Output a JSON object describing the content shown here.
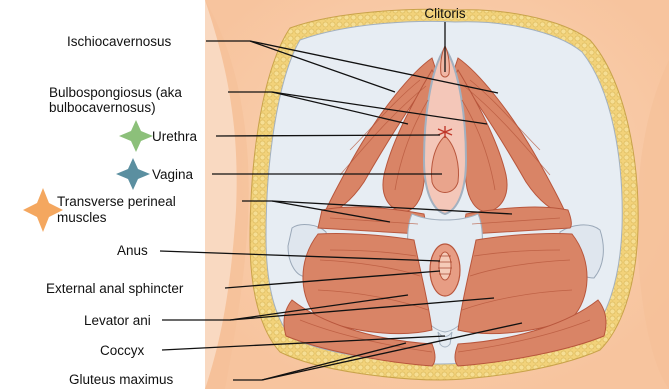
{
  "labels": {
    "clitoris": "Clitoris",
    "ischiocavernosus": "Ischiocavernosus",
    "bulbospongiosus_line1": "Bulbospongiosus (aka",
    "bulbospongiosus_line2": "bulbocavernosus)",
    "urethra": "Urethra",
    "vagina": "Vagina",
    "transverse_line1": "Transverse perineal",
    "transverse_line2": "muscles",
    "anus": "Anus",
    "external_anal_sphincter": "External anal sphincter",
    "levator_ani": "Levator ani",
    "coccyx": "Coccyx",
    "gluteus_maximus": "Gluteus maximus"
  },
  "markers": {
    "urethra": "green-star-marker",
    "vagina": "teal-star-marker",
    "transverse": "orange-star-marker"
  },
  "colors": {
    "skin": "#fbd2b1",
    "fat": "#f2d27a",
    "muscle": "#d98466",
    "fascia": "#dfe6ee",
    "green_marker": "#8cc07a",
    "teal_marker": "#5b8fa0",
    "orange_marker": "#f4a75f"
  }
}
